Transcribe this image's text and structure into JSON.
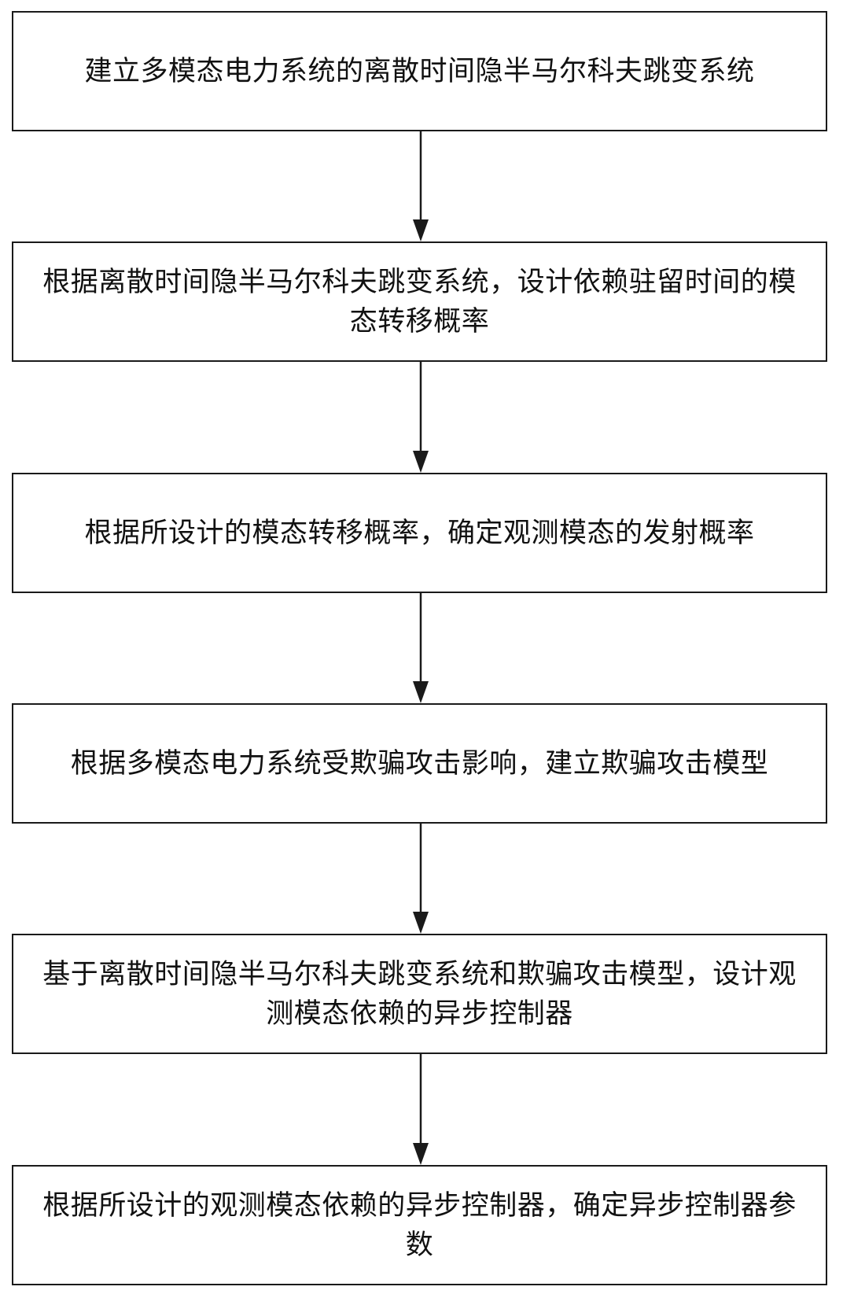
{
  "flowchart": {
    "steps": [
      {
        "text": "建立多模态电力系统的离散时间隐半马尔科夫跳变系统"
      },
      {
        "text": "根据离散时间隐半马尔科夫跳变系统，设计依赖驻留时间的模态转移概率"
      },
      {
        "text": "根据所设计的模态转移概率，确定观测模态的发射概率"
      },
      {
        "text": "根据多模态电力系统受欺骗攻击影响，建立欺骗攻击模型"
      },
      {
        "text": "基于离散时间隐半马尔科夫跳变系统和欺骗攻击模型，设计观测模态依赖的异步控制器"
      },
      {
        "text": "根据所设计的观测模态依赖的异步控制器，确定异步控制器参数"
      }
    ],
    "colors": {
      "stroke": "#1a1a1a",
      "text": "#111111",
      "background": "#ffffff"
    }
  }
}
